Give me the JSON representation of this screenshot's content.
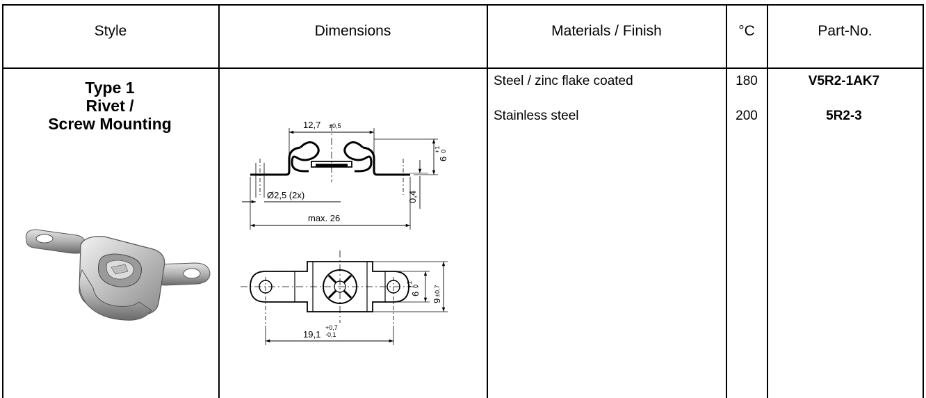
{
  "table": {
    "headers": {
      "style": "Style",
      "dimensions": "Dimensions",
      "materials": "Materials / Finish",
      "temperature": "°C",
      "part_no": "Part-No."
    },
    "row": {
      "style_lines": [
        "Type 1",
        "Rivet /",
        "Screw Mounting"
      ],
      "materials": [
        {
          "material": "Steel / zinc flake coated",
          "temp": "180",
          "part_no": "V5R2-1AK7"
        },
        {
          "material": "Stainless steel",
          "temp": "200",
          "part_no": "5R2-3"
        }
      ]
    }
  },
  "drawing": {
    "side_view": {
      "width_top": "12,7",
      "width_top_tol": "±0,5",
      "height": "6",
      "height_tol_upper": "+1",
      "height_tol_lower": "0",
      "thickness": "0,4",
      "hole": "Ø2,5 (2x)",
      "overall": "max. 26"
    },
    "top_view": {
      "width_inner": "6",
      "width_inner_tol_upper": "+1",
      "width_inner_tol_lower": "0",
      "width_outer": "9",
      "width_outer_tol": "±0,7",
      "length": "19,1",
      "length_tol_upper": "+0,7",
      "length_tol_lower": "-0,1"
    }
  }
}
